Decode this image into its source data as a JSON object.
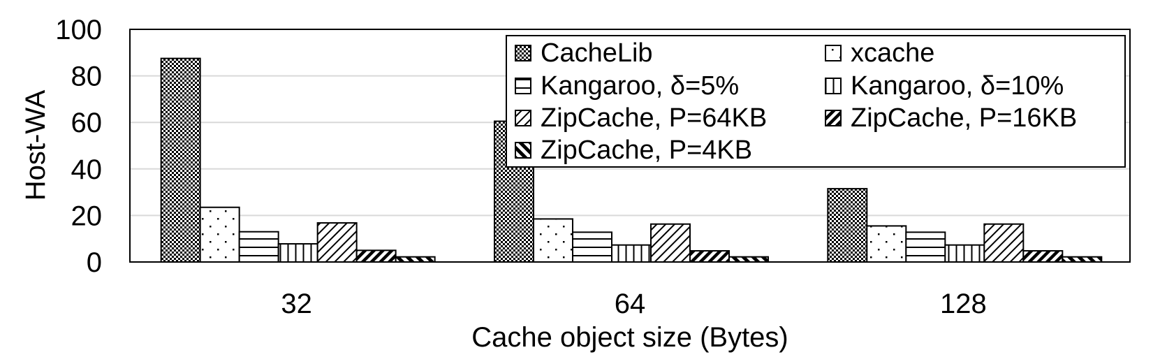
{
  "chart_data": {
    "type": "bar",
    "title": "",
    "xlabel": "Cache object size (Bytes)",
    "ylabel": "Host-WA",
    "ylim": [
      0,
      100
    ],
    "yticks": [
      0,
      20,
      40,
      60,
      80,
      100
    ],
    "grid": true,
    "legend_position": "top-right",
    "categories": [
      "32",
      "64",
      "128"
    ],
    "series": [
      {
        "name": "CacheLib",
        "pattern": "checker",
        "values": [
          87.5,
          60.5,
          31.5
        ]
      },
      {
        "name": "xcache",
        "pattern": "dots",
        "values": [
          23.5,
          18.5,
          15.5
        ]
      },
      {
        "name": "Kangaroo, δ=5%",
        "pattern": "hlines",
        "values": [
          13,
          12.8,
          12.8
        ]
      },
      {
        "name": "Kangaroo, δ=10%",
        "pattern": "vlines",
        "values": [
          7.8,
          7.3,
          7.3
        ]
      },
      {
        "name": "ZipCache, P=64KB",
        "pattern": "diag-thin",
        "values": [
          16.8,
          16.3,
          16.3
        ]
      },
      {
        "name": "ZipCache, P=16KB",
        "pattern": "diag-thick",
        "values": [
          5,
          4.8,
          4.8
        ]
      },
      {
        "name": "ZipCache, P=4KB",
        "pattern": "diag-bold",
        "values": [
          2.2,
          2.2,
          2.2
        ]
      }
    ]
  }
}
